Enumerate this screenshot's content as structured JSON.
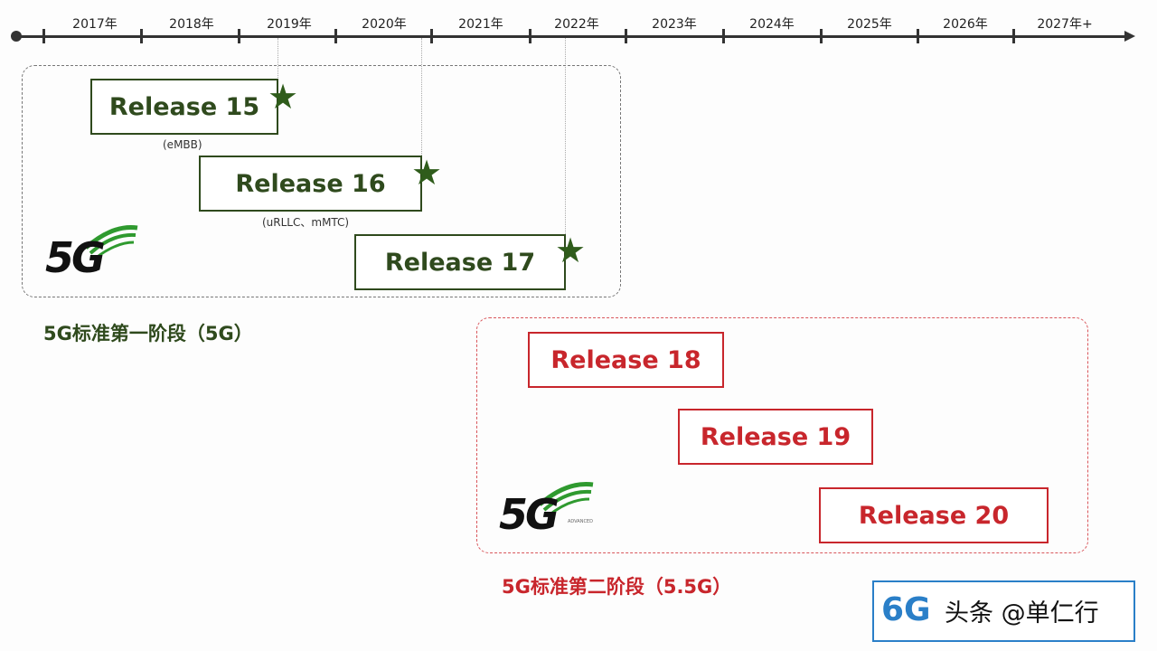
{
  "timeline": {
    "years": [
      "2017年",
      "2018年",
      "2019年",
      "2020年",
      "2021年",
      "2022年",
      "2023年",
      "2024年",
      "2025年",
      "2026年",
      "2027年+"
    ]
  },
  "phase1": {
    "label": "5G标准第一阶段（5G）",
    "color": "#2f4a1d",
    "logo": "5G",
    "releases": [
      {
        "name": "Release 15",
        "note": "(eMBB)"
      },
      {
        "name": "Release 16",
        "note": "(uRLLC、mMTC)"
      },
      {
        "name": "Release 17",
        "note": ""
      }
    ]
  },
  "phase2": {
    "label": "5G标准第二阶段（5.5G）",
    "color": "#c8262c",
    "logo": "5G",
    "logo_sub": "ADVANCED",
    "releases": [
      {
        "name": "Release 18"
      },
      {
        "name": "Release 19"
      },
      {
        "name": "Release 20"
      }
    ]
  },
  "corner_logo": "6G",
  "watermark": "头条 @单仁行"
}
